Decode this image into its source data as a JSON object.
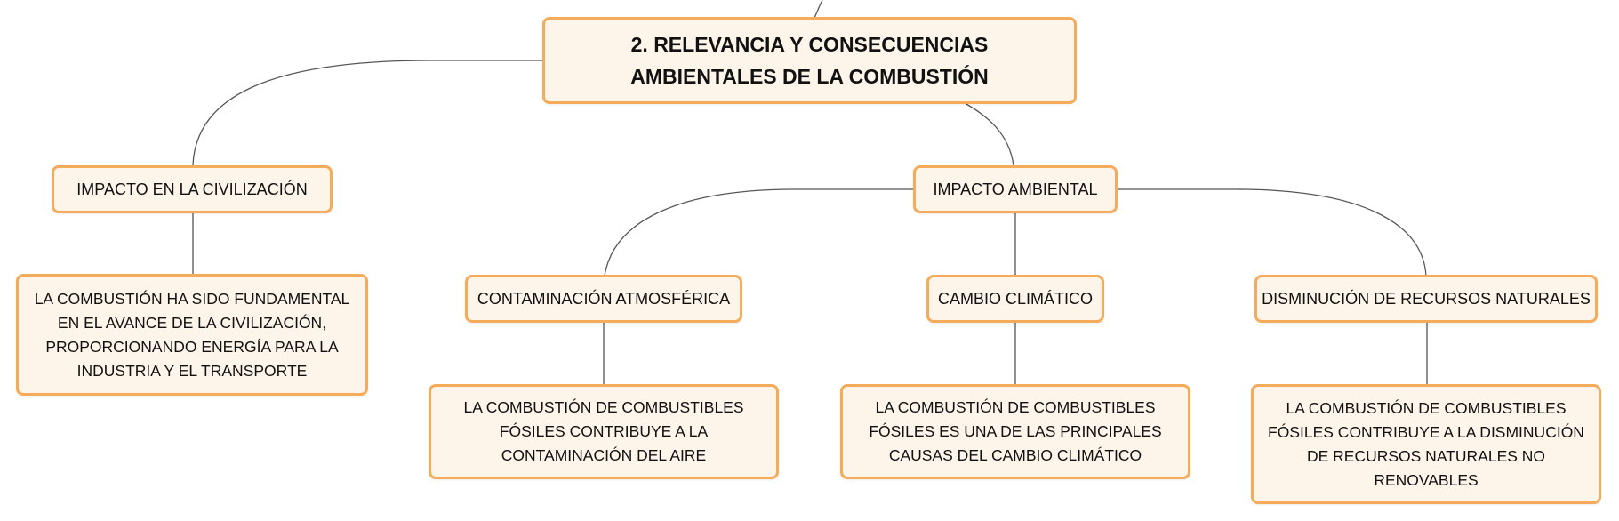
{
  "root": {
    "title": "2. RELEVANCIA Y CONSECUENCIAS AMBIENTALES DE LA COMBUSTIÓN"
  },
  "branches": [
    {
      "label": "IMPACTO EN LA CIVILIZACIÓN",
      "detail": "LA COMBUSTIÓN HA SIDO FUNDAMENTAL EN EL AVANCE DE LA CIVILIZACIÓN, PROPORCIONANDO ENERGÍA PARA LA INDUSTRIA Y EL TRANSPORTE"
    },
    {
      "label": "IMPACTO AMBIENTAL",
      "children": [
        {
          "label": "CONTAMINACIÓN ATMOSFÉRICA",
          "detail": "LA COMBUSTIÓN DE COMBUSTIBLES FÓSILES CONTRIBUYE A LA CONTAMINACIÓN DEL AIRE"
        },
        {
          "label": "CAMBIO CLIMÁTICO",
          "detail": "LA COMBUSTIÓN DE COMBUSTIBLES FÓSILES ES UNA DE LAS PRINCIPALES CAUSAS DEL CAMBIO CLIMÁTICO"
        },
        {
          "label": "DISMINUCIÓN DE RECURSOS NATURALES",
          "detail": "LA COMBUSTIÓN DE COMBUSTIBLES FÓSILES CONTRIBUYE A LA DISMINUCIÓN DE RECURSOS NATURALES NO RENOVABLES"
        }
      ]
    }
  ],
  "colors": {
    "node_border": "#f5ac5a",
    "node_fill": "#fdf4ea",
    "connector": "#555555"
  }
}
